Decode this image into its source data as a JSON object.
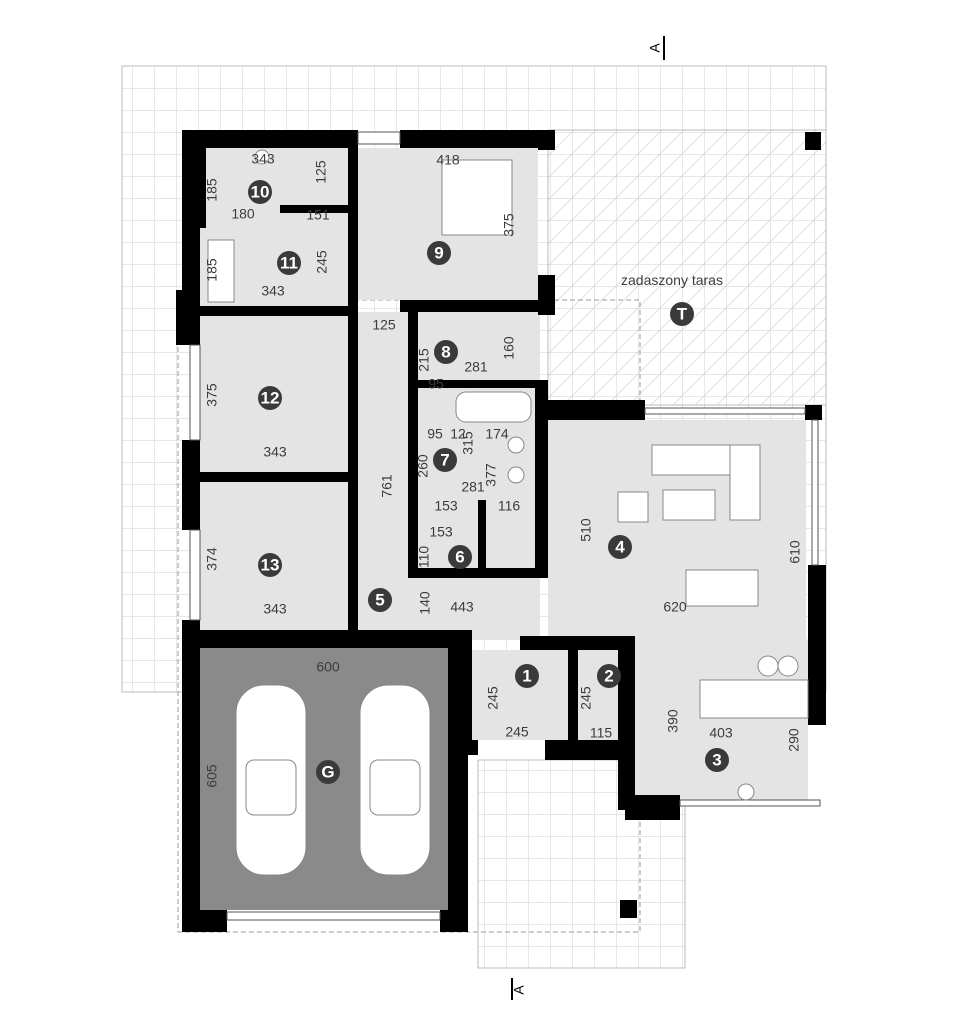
{
  "section_marker": "A",
  "terrace_label": "zadaszony taras",
  "rooms": {
    "r1": "1",
    "r2": "2",
    "r3": "3",
    "r4": "4",
    "r5": "5",
    "r6": "6",
    "r7": "7",
    "r8": "8",
    "r9": "9",
    "r10": "10",
    "r11": "11",
    "r12": "12",
    "r13": "13",
    "garage": "G",
    "terrace": "T"
  },
  "dims": [
    "343",
    "125",
    "185",
    "180",
    "151",
    "418",
    "375",
    "245",
    "185",
    "343",
    "125",
    "215",
    "281",
    "160",
    "375",
    "343",
    "95",
    "95",
    "12",
    "174",
    "315",
    "260",
    "377",
    "281",
    "153",
    "116",
    "153",
    "110",
    "761",
    "140",
    "443",
    "510",
    "610",
    "620",
    "374",
    "343",
    "600",
    "605",
    "245",
    "245",
    "245",
    "115",
    "390",
    "403",
    "290"
  ],
  "colors": {
    "wall": "#000000",
    "room": "#e4e4e4",
    "garage": "#8a8a8a",
    "label": "#3a3a3a",
    "grid": "#cfcfcf"
  }
}
